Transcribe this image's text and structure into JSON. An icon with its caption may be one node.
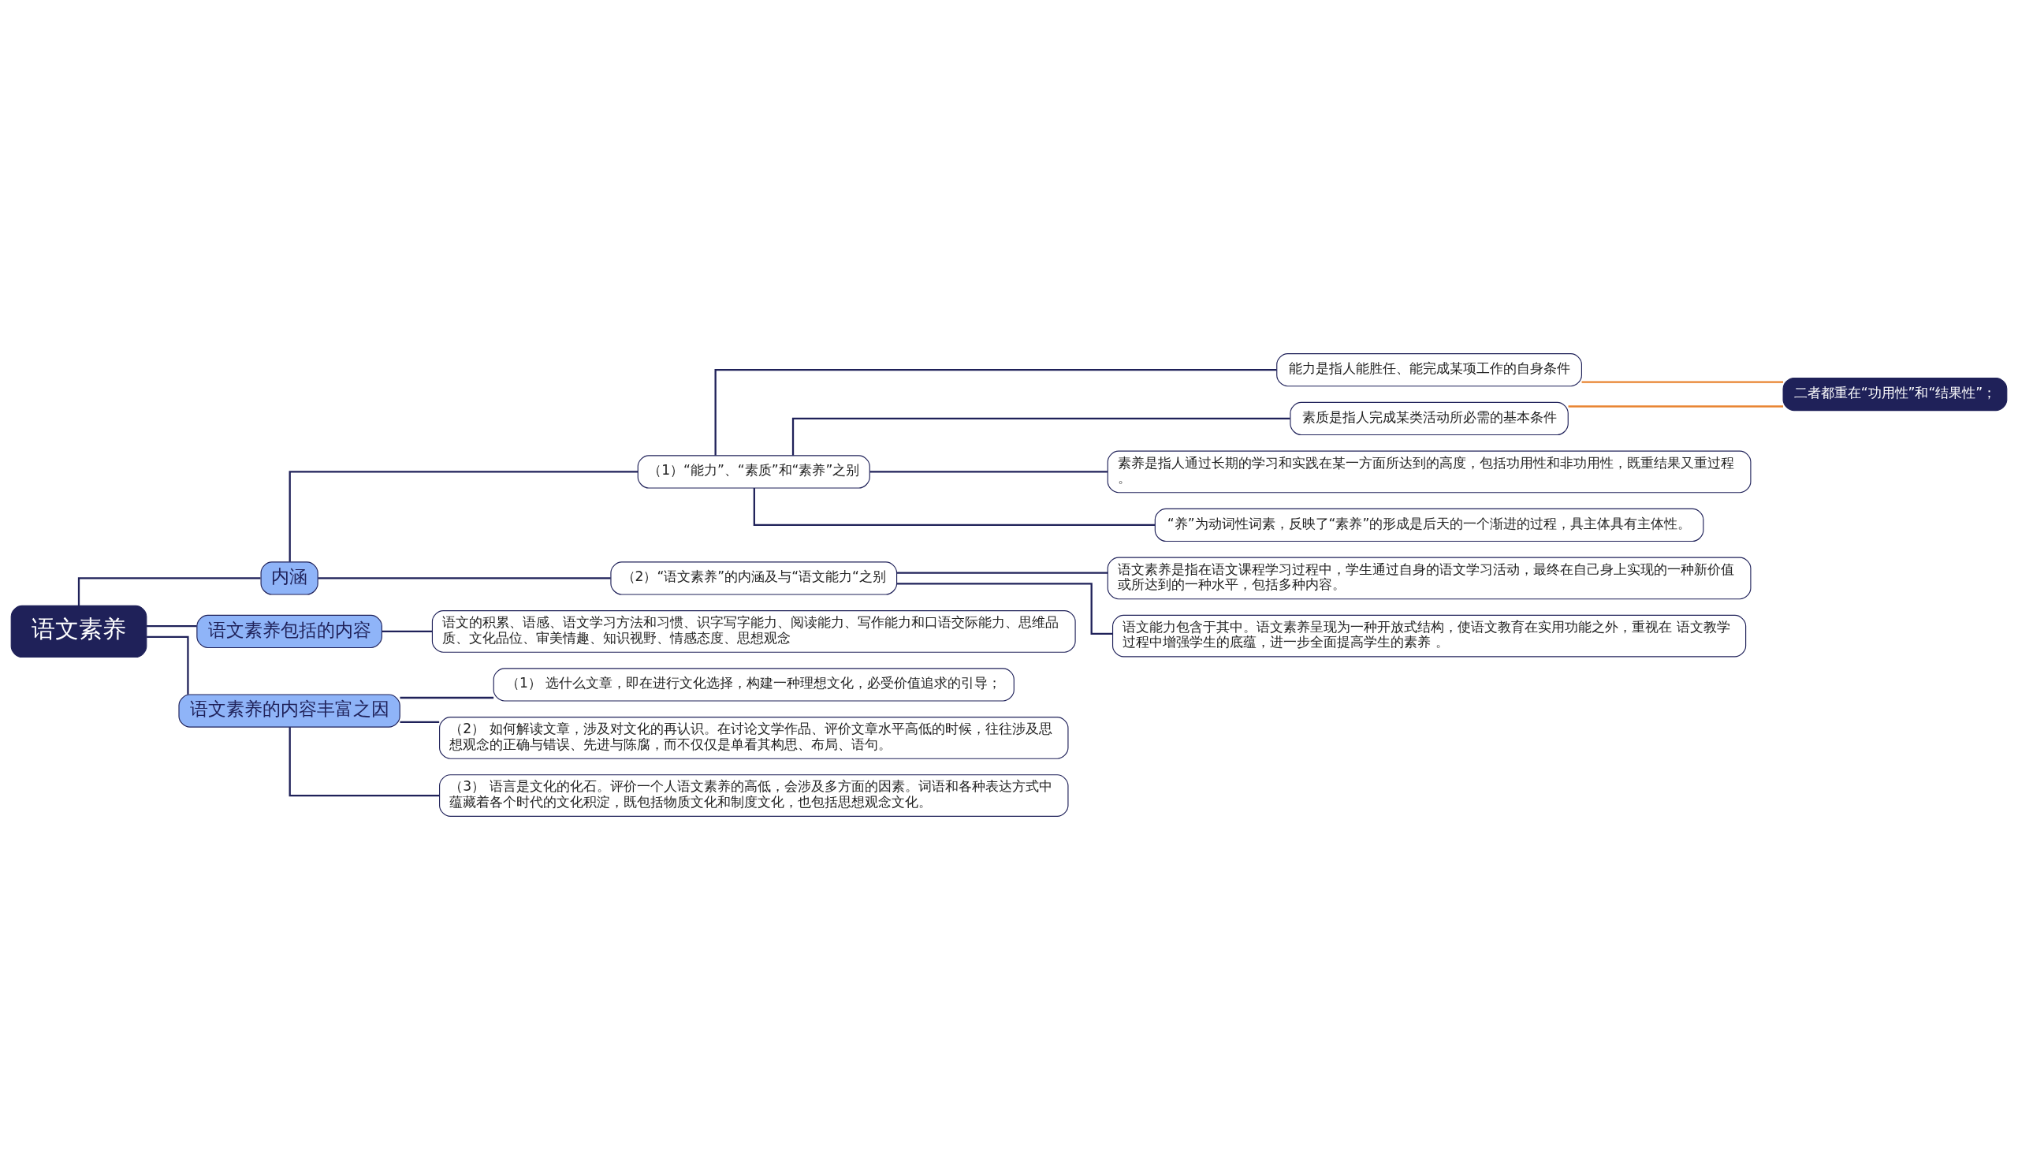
{
  "diagram": {
    "nodes": [
      {
        "text": [
          "语文素养"
        ]
      },
      {
        "text": [
          "内涵"
        ]
      },
      {
        "text": [
          "（1）“能力”、“素质”和“素养”之别"
        ]
      },
      {
        "text": [
          "能力是指人能胜任、能完成某项工作的自身条件"
        ]
      },
      {
        "text": [
          "素质是指人完成某类活动所必需的基本条件"
        ]
      },
      {
        "text": [
          "二者都重在“功用性”和“结果性”；"
        ]
      },
      {
        "text": [
          "素养是指人通过长期的学习和实践在某一方面所达到的高度，包括功用性和非功用性，既重结果又重过程。"
        ]
      },
      {
        "text": [
          "“养”为动词性词素，反映了“素养”的形成是后天的一个渐进的过程，具主体具有主体性。"
        ]
      },
      {
        "text": [
          "（2）“语文素养”的内涵及与“语文能力“之别"
        ]
      },
      {
        "text": [
          "语文素养是指在语文课程学习过程中，学生通过自身的语文学习活动，最终在自己身上实现的一种新价值或所达到的一种水平，包括多种内容。"
        ]
      },
      {
        "text": [
          "语文能力包含于其中。语文素养呈现为一种开放式结构，使语文教育在实用功能之外，重视在 语文教学过程中增强学生的底蕴，进一步全面提高学生的素养 。"
        ]
      },
      {
        "text": [
          "语文素养包括的内容"
        ]
      },
      {
        "text": [
          "语文的积累、语感、语文学习方法和习惯、识字写字能力、阅读能力、写作能力和口语交际能力、思维品质、文化品位、审美情趣、知识视野、情感态度、思想观念"
        ]
      },
      {
        "text": [
          "语文素养的内容丰富之因"
        ]
      },
      {
        "text": [
          "（1） 选什么文章，即在进行文化选择，构建一种理想文化，必受价值追求的引导；"
        ]
      },
      {
        "text": [
          "（2） 如何解读文章，涉及对文化的再认识。在讨论文学作品、评价文章水平高低的时候，往往涉及思想观念的正确与错误、先进与陈腐，而不仅仅是单看其构思、布局、语句。"
        ]
      },
      {
        "text": [
          "（3） 语言是文化的化石。评价一个人语文素养的高低，会涉及多方面的因素。词语和各种表达方式中蕴藏着各个时代的文化积淀，既包括物质文化和制度文化，也包括思想观念文化。"
        ]
      }
    ],
    "edges": [
      {
        "from": 0,
        "to": 1,
        "arrow": "none"
      },
      {
        "from": 0,
        "to": 11,
        "arrow": "none"
      },
      {
        "from": 0,
        "to": 13,
        "arrow": "none"
      },
      {
        "from": 1,
        "to": 2,
        "arrow": "none"
      },
      {
        "from": 1,
        "to": 8,
        "arrow": "none"
      },
      {
        "from": 2,
        "to": 3,
        "arrow": "none"
      },
      {
        "from": 2,
        "to": 4,
        "arrow": "none"
      },
      {
        "from": 2,
        "to": 6,
        "arrow": "none"
      },
      {
        "from": 2,
        "to": 7,
        "arrow": "none"
      },
      {
        "from": 3,
        "to": 5,
        "arrow": "none",
        "color": "#e8832f"
      },
      {
        "from": 4,
        "to": 5,
        "arrow": "none",
        "color": "#e8832f"
      },
      {
        "from": 8,
        "to": 9,
        "arrow": "none"
      },
      {
        "from": 8,
        "to": 10,
        "arrow": "none"
      },
      {
        "from": 11,
        "to": 12,
        "arrow": "none"
      },
      {
        "from": 13,
        "to": 14,
        "arrow": "none"
      },
      {
        "from": 13,
        "to": 15,
        "arrow": "none"
      },
      {
        "from": 13,
        "to": 16,
        "arrow": "none"
      }
    ]
  }
}
